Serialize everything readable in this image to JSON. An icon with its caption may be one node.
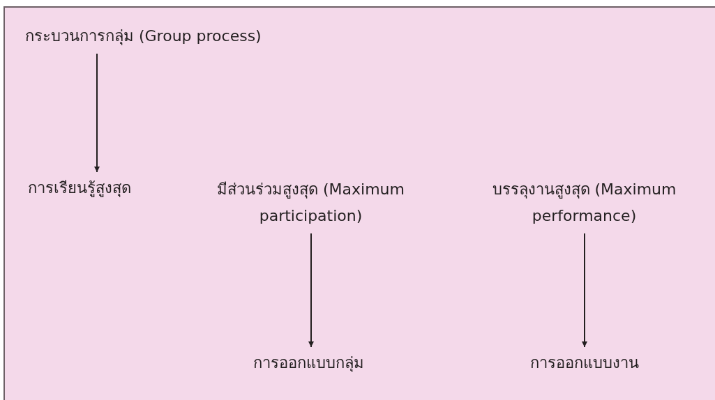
{
  "diagram": {
    "nodes": [
      {
        "text": [
          "กระบวนการกลุ่ม (Group process)"
        ]
      },
      {
        "text": [
          "การเรียนรู้สูงสุด"
        ]
      },
      {
        "text": [
          "มีส่วนร่วมสูงสุด (Maximum participation)"
        ]
      },
      {
        "text": [
          "บรรลุงานสูงสุด (Maximum performance)"
        ]
      },
      {
        "text": [
          "การออกแบบกลุ่ม"
        ]
      },
      {
        "text": [
          "การออกแบบงาน"
        ]
      }
    ],
    "edges": [
      {
        "from": 0,
        "to": 1,
        "arrow": "to"
      },
      {
        "from": 2,
        "to": 4,
        "arrow": "to"
      },
      {
        "from": 3,
        "to": 5,
        "arrow": "to"
      }
    ]
  }
}
